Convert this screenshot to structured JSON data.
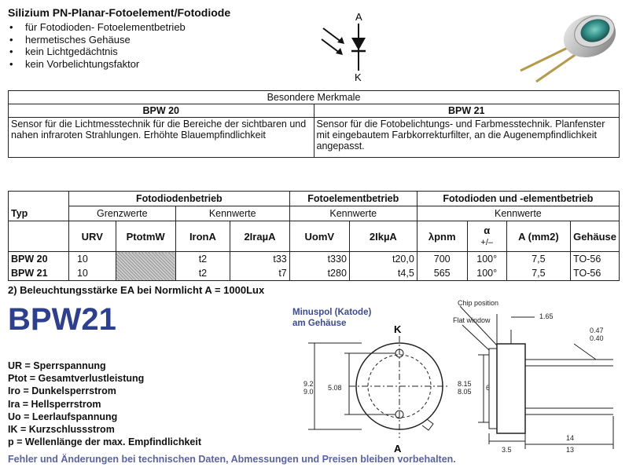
{
  "header": {
    "title": "Silizium PN-Planar-Fotoelement/Fotodiode",
    "features": [
      "für Fotodioden- Fotoelementbetrieb",
      "hermetisches Gehäuse",
      "kein Lichtgedächtnis",
      "kein Vorbelichtungsfaktor"
    ]
  },
  "symbol": {
    "anode": "A",
    "cathode": "K"
  },
  "merkmale": {
    "heading": "Besondere Merkmale",
    "col1_title": "BPW 20",
    "col2_title": "BPW 21",
    "col1_text": "Sensor für die Lichtmesstechnik für die Bereiche der sichtbaren und nahen infraroten Strahlungen. Erhöhte Blauempfindlichkeit",
    "col2_text": "Sensor für die Fotobelichtungs- und Farbmesstechnik. Planfenster mit eingebautem Farbkorrekturfilter, an die Augenempfindlichkeit angepasst."
  },
  "specs": {
    "groups": {
      "fotodioden": "Fotodiodenbetrieb",
      "fotoelement": "Fotoelementbetrieb",
      "kombi": "Fotodioden und -elementbetrieb"
    },
    "typ": "Typ",
    "grenzwerte": "Grenzwerte",
    "kennwerte": "Kennwerte",
    "symbols": {
      "ur": "URV",
      "ptot": "PtotmW",
      "iro": "IronA",
      "ira": "2IraµA",
      "uo": "UomV",
      "ik": "2IkµA",
      "lambda": "λpnm",
      "alpha_top": "α",
      "alpha_bot": "+/–",
      "area": "A (mm2)",
      "gehaeuse": "Gehäuse"
    },
    "rows": [
      {
        "typ": "BPW 20",
        "ur": "10",
        "iro": "t2",
        "ira": "t33",
        "uo": "t330",
        "ik": "t20,0",
        "lambda": "700",
        "alpha": "100°",
        "area": "7,5",
        "case": "TO-56"
      },
      {
        "typ": "BPW 21",
        "ur": "10",
        "iro": "t2",
        "ira": "t7",
        "uo": "t280",
        "ik": "t4,5",
        "lambda": "565",
        "alpha": "100°",
        "area": "7,5",
        "case": "TO-56"
      }
    ]
  },
  "note": "2) Beleuchtungsstärke EA bei Normlicht A = 1000Lux",
  "model": "BPW21",
  "abbreviations": [
    "UR = Sperrspannung",
    "Ptot = Gesamtverlustleistung",
    "Iro = Dunkelsperrstrom",
    "Ira = Hellsperrstrom",
    "Uo = Leerlaufspannung",
    "IK = Kurzschlussstrom",
    "p = Wellenlänge der max. Empfindlichkeit"
  ],
  "drawing": {
    "minuspol_line1": "Minuspol (Katode)",
    "minuspol_line2": "am Gehäuse",
    "chip_position": "Chip position",
    "flat_window": "Flat window",
    "k_label": "K",
    "a_label": "A",
    "dims": {
      "d165": "1.65",
      "d047": "0.47",
      "d040": "0.40",
      "d92": "9.2",
      "d90": "9.0",
      "d508": "5.08",
      "d815": "8.15",
      "d805": "8.05",
      "d6": "6",
      "d35": "3.5",
      "d14": "14",
      "d13": "13"
    }
  },
  "footer": "Fehler und Änderungen bei technischen Daten, Abmessungen und Preisen bleiben vorbehalten."
}
